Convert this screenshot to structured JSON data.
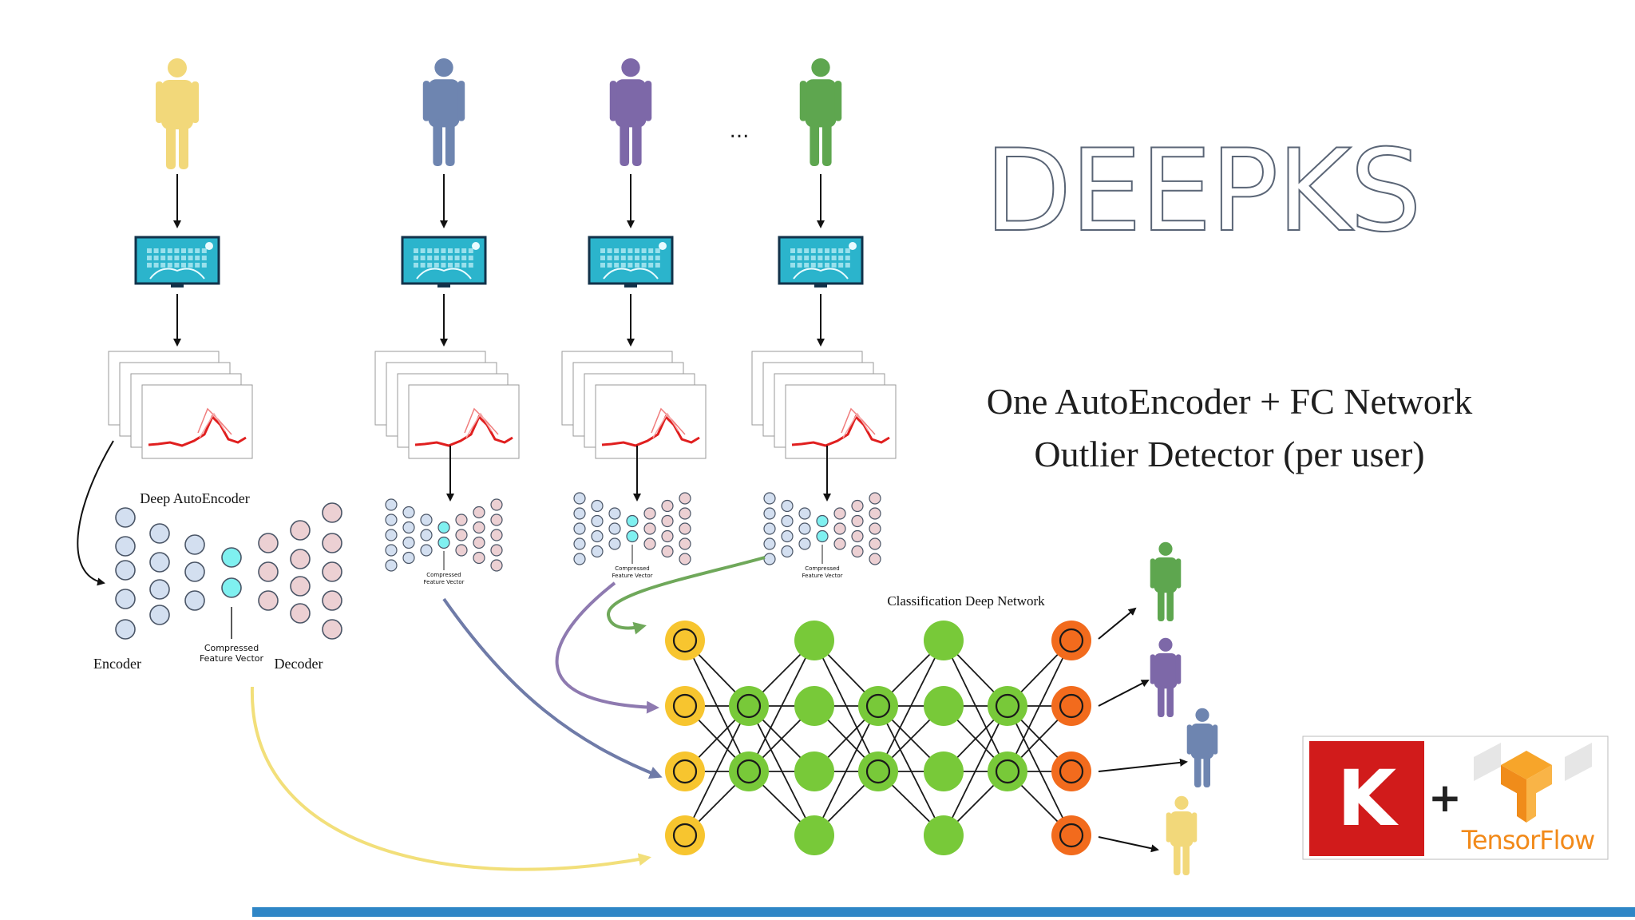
{
  "title": "DEEPKS",
  "subtitle_line1": "One AutoEncoder + FC Network",
  "subtitle_line2": "Outlier Detector (per user)",
  "ellipsis": "...",
  "autoencoder": {
    "title": "Deep AutoEncoder",
    "encoder_label": "Encoder",
    "decoder_label": "Decoder",
    "compressed_line1": "Compressed",
    "compressed_line2": "Feature Vector"
  },
  "classifier_title": "Classification Deep Network",
  "logos": {
    "keras_letter": "K",
    "plus": "+",
    "tensorflow": "TensorFlow"
  },
  "users": [
    {
      "color": "#f2d87a"
    },
    {
      "color": "#6e85b0"
    },
    {
      "color": "#7d68a8"
    },
    {
      "color": "#5ea64f"
    }
  ],
  "outputs": [
    {
      "color": "#5ea64f"
    },
    {
      "color": "#7d68a8"
    },
    {
      "color": "#6e85b0"
    },
    {
      "color": "#f2d87a"
    }
  ],
  "colors": {
    "keyboard": "#2bb4cc",
    "encoder_node": "#d3dff0",
    "bottleneck_node": "#7ff0f0",
    "decoder_node": "#ecd0d3",
    "input_node": "#f7c52f",
    "hidden_node": "#78c939",
    "output_node": "#f26b1d",
    "bottom_bar": "#2f86c6",
    "arrow_yellow": "#f2df7a",
    "arrow_blue": "#6f7ba8",
    "arrow_purple": "#8e7ab0",
    "arrow_green": "#6fa85a"
  }
}
